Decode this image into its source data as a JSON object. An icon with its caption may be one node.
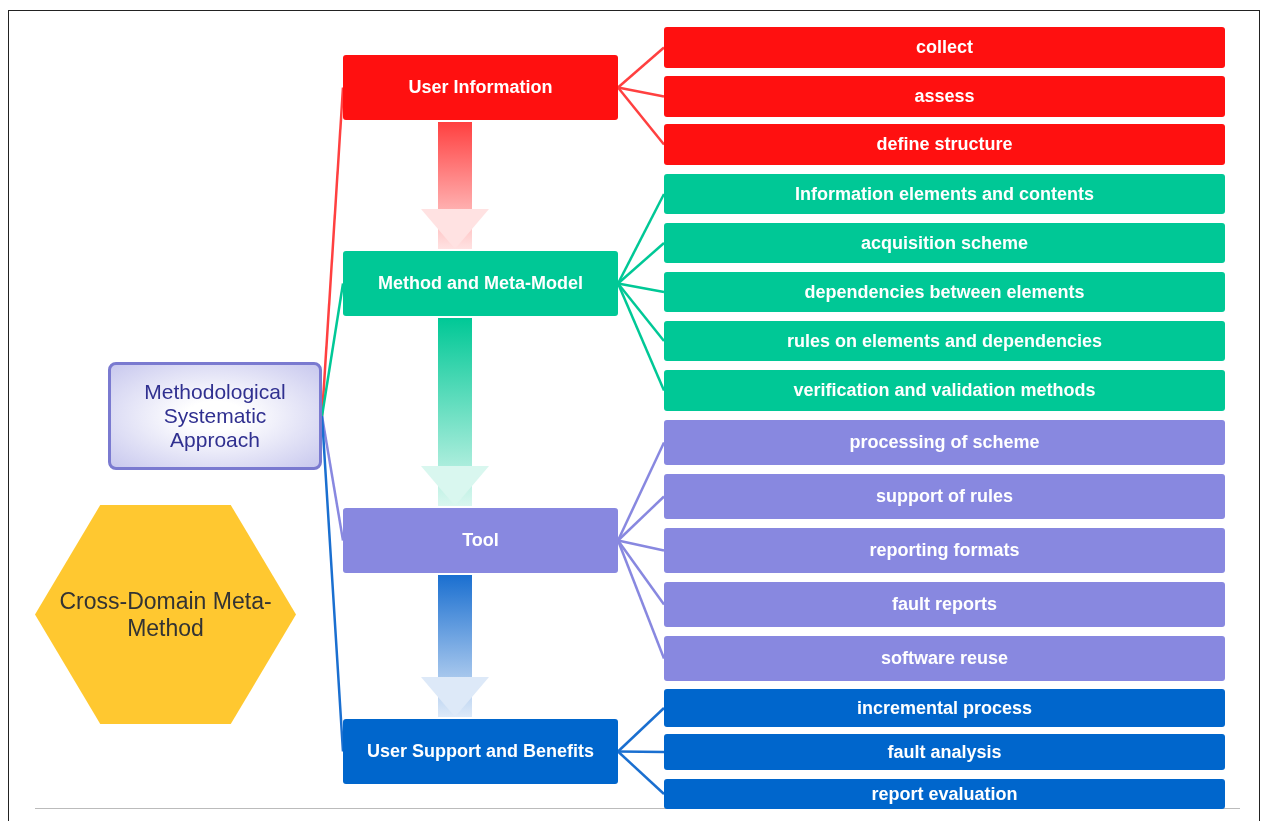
{
  "diagram": {
    "nodes": [
      {
        "text": [
          "Methodological Systematic Approach"
        ]
      },
      {
        "text": [
          "Cross-Domain Meta-Method"
        ]
      },
      {
        "text": [
          "User Information"
        ]
      },
      {
        "text": [
          "collect"
        ]
      },
      {
        "text": [
          "assess"
        ]
      },
      {
        "text": [
          "define structure"
        ]
      },
      {
        "text": [
          "Method and Meta-Model"
        ]
      },
      {
        "text": [
          "Information elements and contents"
        ]
      },
      {
        "text": [
          "acquisition scheme"
        ]
      },
      {
        "text": [
          "dependencies between elements"
        ]
      },
      {
        "text": [
          "rules on elements and dependencies"
        ]
      },
      {
        "text": [
          "verification and validation methods"
        ]
      },
      {
        "text": [
          "Tool"
        ]
      },
      {
        "text": [
          "processing of scheme"
        ]
      },
      {
        "text": [
          "support of rules"
        ]
      },
      {
        "text": [
          "reporting formats"
        ]
      },
      {
        "text": [
          "fault reports"
        ]
      },
      {
        "text": [
          "software reuse"
        ]
      },
      {
        "text": [
          "User Support and Benefits"
        ]
      },
      {
        "text": [
          "incremental process"
        ]
      },
      {
        "text": [
          "fault analysis"
        ]
      },
      {
        "text": [
          "report evaluation"
        ]
      }
    ],
    "edges": [
      {
        "from": 0,
        "to": 2,
        "arrow": "none",
        "color": "#ff4040"
      },
      {
        "from": 0,
        "to": 6,
        "arrow": "none",
        "color": "#00c896"
      },
      {
        "from": 0,
        "to": 12,
        "arrow": "none",
        "color": "#8888e0"
      },
      {
        "from": 0,
        "to": 18,
        "arrow": "none",
        "color": "#1a6fd0"
      },
      {
        "from": 2,
        "to": 3,
        "arrow": "none",
        "color": "#ff4040"
      },
      {
        "from": 2,
        "to": 4,
        "arrow": "none",
        "color": "#ff4040"
      },
      {
        "from": 2,
        "to": 5,
        "arrow": "none",
        "color": "#ff4040"
      },
      {
        "from": 6,
        "to": 7,
        "arrow": "none",
        "color": "#00c896"
      },
      {
        "from": 6,
        "to": 8,
        "arrow": "none",
        "color": "#00c896"
      },
      {
        "from": 6,
        "to": 9,
        "arrow": "none",
        "color": "#00c896"
      },
      {
        "from": 6,
        "to": 10,
        "arrow": "none",
        "color": "#00c896"
      },
      {
        "from": 6,
        "to": 11,
        "arrow": "none",
        "color": "#00c896"
      },
      {
        "from": 12,
        "to": 13,
        "arrow": "none",
        "color": "#8888e0"
      },
      {
        "from": 12,
        "to": 14,
        "arrow": "none",
        "color": "#8888e0"
      },
      {
        "from": 12,
        "to": 15,
        "arrow": "none",
        "color": "#8888e0"
      },
      {
        "from": 12,
        "to": 16,
        "arrow": "none",
        "color": "#8888e0"
      },
      {
        "from": 12,
        "to": 17,
        "arrow": "none",
        "color": "#8888e0"
      },
      {
        "from": 18,
        "to": 19,
        "arrow": "none",
        "color": "#1a6fd0"
      },
      {
        "from": 18,
        "to": 20,
        "arrow": "none",
        "color": "#1a6fd0"
      },
      {
        "from": 18,
        "to": 21,
        "arrow": "none",
        "color": "#1a6fd0"
      },
      {
        "from": 2,
        "to": 6,
        "arrow": "to",
        "style": "thick",
        "color": "#ff4040"
      },
      {
        "from": 6,
        "to": 12,
        "arrow": "to",
        "style": "thick",
        "color": "#00c896"
      },
      {
        "from": 12,
        "to": 18,
        "arrow": "to",
        "style": "thick",
        "color": "#1a6fd0"
      }
    ]
  }
}
